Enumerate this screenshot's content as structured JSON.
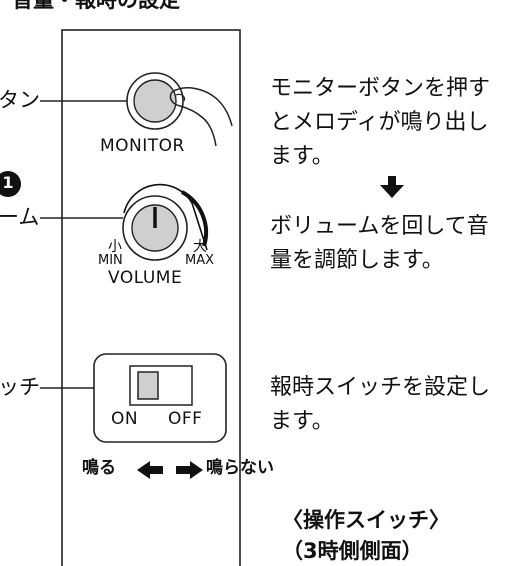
{
  "header_fragment": "音量・報時の設定",
  "callouts": {
    "monitor": "タン",
    "volume": "ーム",
    "volume_number": "1",
    "switch": "ッチ"
  },
  "panel": {
    "monitor_label": "MONITOR",
    "volume_small": "小",
    "volume_large": "大",
    "volume_min": "MIN",
    "volume_max": "MAX",
    "volume_label": "VOLUME",
    "switch_on": "ON",
    "switch_off": "OFF",
    "switch_state": "ON"
  },
  "arrows": {
    "left_text": "鳴る",
    "right_text": "鳴らない"
  },
  "descriptions": {
    "monitor": "モニターボタンを押すとメロディが鳴り出します。",
    "volume": "ボリュームを回して音量を調節します。",
    "switch": "報時スイッチを設定します。"
  },
  "caption": {
    "title": "〈操作スイッチ〉",
    "subtitle": "（3時側側面）"
  }
}
